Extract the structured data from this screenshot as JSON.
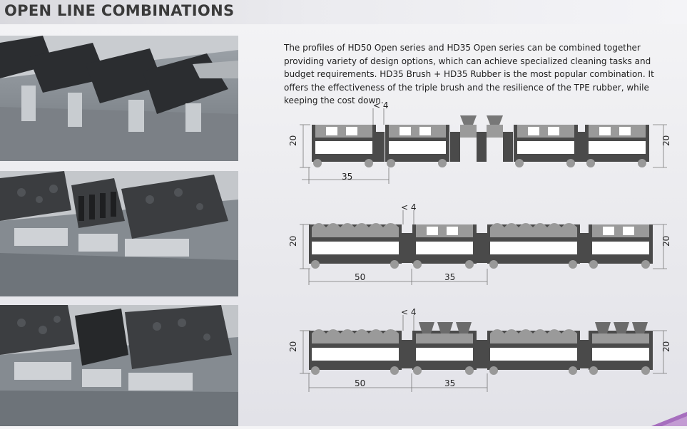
{
  "header": {
    "title": "OPEN LINE COMBINATIONS"
  },
  "description": "The profiles of HD50 Open series and HD35 Open series can be combined together providing variety of design options, which can achieve specialized cleaning tasks and budget requirements. HD35 Brush + HD35 Rubber is the most popular combination. It offers the effectiveness of the triple brush and the resilience of the TPE rubber, while keeping the cost down.",
  "photos": [
    {
      "name": "HD35 rubber open line mat photo"
    },
    {
      "name": "HD50 carpet and rubber open line mat photo"
    },
    {
      "name": "HD50 carpet and brush open line mat photo"
    }
  ],
  "diagrams": [
    {
      "gap": "< 4",
      "height_left": "20",
      "height_right": "20",
      "width_a": "35"
    },
    {
      "gap": "< 4",
      "height_left": "20",
      "height_right": "20",
      "width_a": "50",
      "width_b": "35"
    },
    {
      "gap": "< 4",
      "height_left": "20",
      "height_right": "20",
      "width_a": "50",
      "width_b": "35"
    }
  ],
  "colors": {
    "title": "#3a3a3a",
    "profile": "#4a4a4a",
    "insert": "#9a9a9a",
    "accent": "#9b59b6"
  }
}
